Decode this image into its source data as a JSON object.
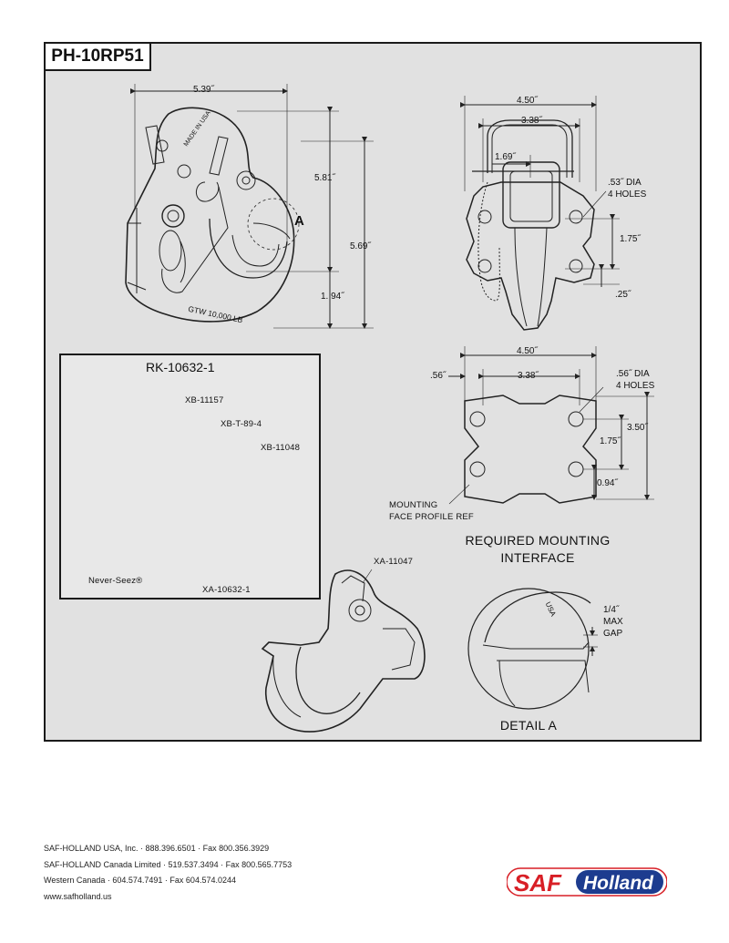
{
  "model_number": "PH-10RP51",
  "main_views": {
    "side_view": {
      "width": "5.39˝",
      "height_upper": "5.81˝",
      "height_total": "5.69˝",
      "height_lower": "1. 94˝",
      "detail_callout": "A",
      "stamp_made_in_usa": "MADE IN USA",
      "stamp_gtw": "GTW  10,000 LB"
    },
    "front_view": {
      "width_outer": "4.50˝",
      "width_inner": "3.38˝",
      "offset": "1.69˝",
      "hole_dia": ".53˝ DIA",
      "hole_count": "4 HOLES",
      "hole_spacing": "1.75˝",
      "bottom_offset": ".25˝"
    }
  },
  "repair_kit": {
    "title": "RK-10632-1",
    "parts": [
      {
        "id": "XB-11157"
      },
      {
        "id": "XB-T-89-4"
      },
      {
        "id": "XB-11048"
      },
      {
        "id": "Never-Seez®"
      },
      {
        "id": "XA-10632-1"
      }
    ]
  },
  "mounting_interface": {
    "width_outer": "4.50˝",
    "width_inner": "3.38˝",
    "left_offset": ".56˝",
    "hole_dia": ".56˝ DIA",
    "hole_count": "4 HOLES",
    "height_total": "3.50˝",
    "hole_spacing": "1.75˝",
    "bottom_offset": "0.94˝",
    "profile_ref_line1": "MOUNTING",
    "profile_ref_line2": "FACE PROFILE REF",
    "heading_line1": "REQUIRED MOUNTING",
    "heading_line2": "INTERFACE"
  },
  "hook_part": {
    "id": "XA-11047"
  },
  "detail_a": {
    "gap_line1": "1/4˝",
    "gap_line2": "MAX",
    "gap_line3": "GAP",
    "stamp": "USA",
    "title": "DETAIL A"
  },
  "footer": {
    "line1": "SAF-HOLLAND USA, Inc. · 888.396.6501 · Fax 800.356.3929",
    "line2": "SAF-HOLLAND Canada Limited · 519.537.3494 · Fax 800.565.7753",
    "line3": "Western Canada · 604.574.7491 · Fax 604.574.0244",
    "line4": "www.safholland.us"
  },
  "logo": {
    "part1": "SAF",
    "part2": "Holland",
    "color_red": "#d81f26",
    "color_blue": "#1d3c8f"
  }
}
